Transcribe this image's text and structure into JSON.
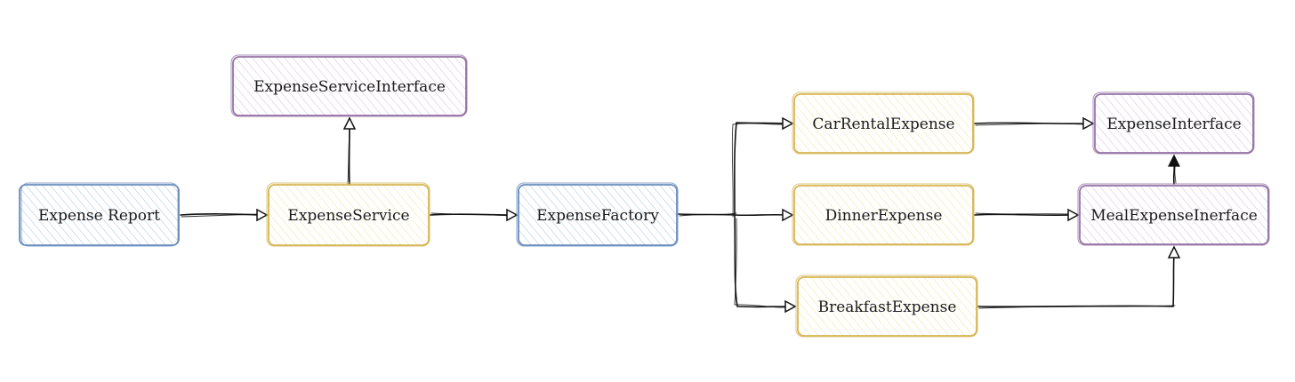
{
  "diagram": {
    "nodes": [
      {
        "id": "expense-report",
        "label": "Expense Report",
        "theme": "blue"
      },
      {
        "id": "expense-service",
        "label": "ExpenseService",
        "theme": "yellow"
      },
      {
        "id": "expense-service-interface",
        "label": "ExpenseServiceInterface",
        "theme": "purple"
      },
      {
        "id": "expense-factory",
        "label": "ExpenseFactory",
        "theme": "blue"
      },
      {
        "id": "car-rental-expense",
        "label": "CarRentalExpense",
        "theme": "yellow"
      },
      {
        "id": "dinner-expense",
        "label": "DinnerExpense",
        "theme": "yellow"
      },
      {
        "id": "breakfast-expense",
        "label": "BreakfastExpense",
        "theme": "yellow"
      },
      {
        "id": "expense-interface",
        "label": "ExpenseInterface",
        "theme": "purple"
      },
      {
        "id": "meal-expense-interface",
        "label": "MealExpenseInerface",
        "theme": "purple"
      }
    ],
    "edges": [
      {
        "from": "expense-report",
        "to": "expense-service",
        "arrow": "open"
      },
      {
        "from": "expense-service",
        "to": "expense-service-interface",
        "arrow": "open"
      },
      {
        "from": "expense-service",
        "to": "expense-factory",
        "arrow": "open"
      },
      {
        "from": "expense-factory",
        "to": "car-rental-expense",
        "arrow": "open"
      },
      {
        "from": "expense-factory",
        "to": "dinner-expense",
        "arrow": "open"
      },
      {
        "from": "expense-factory",
        "to": "breakfast-expense",
        "arrow": "open"
      },
      {
        "from": "car-rental-expense",
        "to": "expense-interface",
        "arrow": "open"
      },
      {
        "from": "dinner-expense",
        "to": "meal-expense-interface",
        "arrow": "open"
      },
      {
        "from": "breakfast-expense",
        "to": "meal-expense-interface",
        "arrow": "open"
      },
      {
        "from": "meal-expense-interface",
        "to": "expense-interface",
        "arrow": "filled"
      }
    ],
    "themes": {
      "blue": {
        "stroke": "#6c8ebf",
        "fill": "#dae8fc"
      },
      "yellow": {
        "stroke": "#d6b656",
        "fill": "#fff2cc"
      },
      "purple": {
        "stroke": "#9673a6",
        "fill": "#e1d5e7"
      }
    }
  }
}
